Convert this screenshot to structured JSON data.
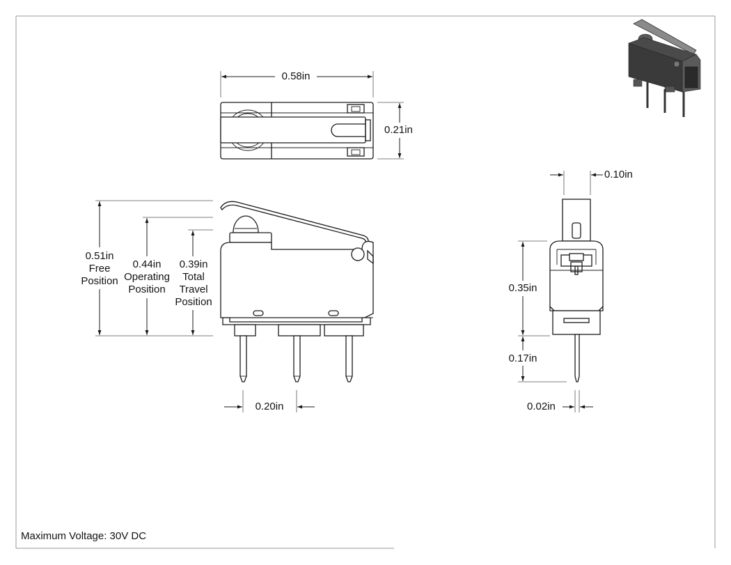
{
  "dimensions": {
    "top_width": "0.58in",
    "top_height": "0.21in",
    "free_position": [
      "0.51in",
      "Free",
      "Position"
    ],
    "operating_position": [
      "0.44in",
      "Operating",
      "Position"
    ],
    "total_travel_position": [
      "0.39in",
      "Total",
      "Travel",
      "Position"
    ],
    "pin_pitch": "0.20in",
    "side_width": "0.10in",
    "side_body_height": "0.35in",
    "pin_length": "0.17in",
    "pin_thickness": "0.02in"
  },
  "note": "Maximum Voltage: 30V DC",
  "colors": {
    "line": "#1a1a1a",
    "frame": "#9a9a9a",
    "body_dark": "#3a3a3a",
    "body_mid": "#5a5a5a",
    "lever": "#8a8a8a"
  }
}
